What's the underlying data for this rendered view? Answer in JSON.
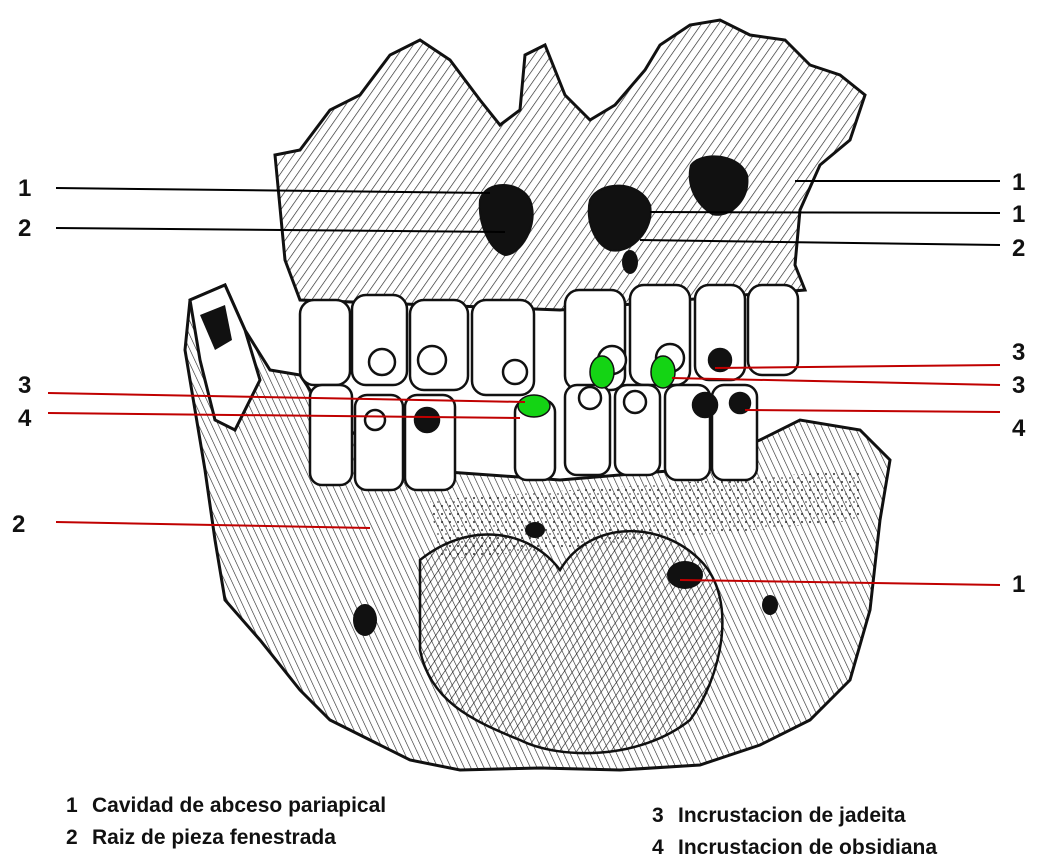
{
  "figure": {
    "callouts_left": [
      {
        "number": "1"
      },
      {
        "number": "2"
      },
      {
        "number": "3"
      },
      {
        "number": "4"
      },
      {
        "number": "2"
      }
    ],
    "callouts_right": [
      {
        "number": "1"
      },
      {
        "number": "1"
      },
      {
        "number": "2"
      },
      {
        "number": "3"
      },
      {
        "number": "3"
      },
      {
        "number": "4"
      },
      {
        "number": "1"
      }
    ],
    "colors": {
      "jade_inlay": "#14d414",
      "pointer_black": "#000000",
      "pointer_red": "#c00000"
    }
  },
  "legend": {
    "left": [
      {
        "number": "1",
        "text": "Cavidad de abceso pariapical"
      },
      {
        "number": "2",
        "text": "Raiz de pieza fenestrada"
      }
    ],
    "right": [
      {
        "number": "3",
        "text": "Incrustacion de jadeita"
      },
      {
        "number": "4",
        "text": "Incrustacion de obsidiana"
      }
    ]
  }
}
